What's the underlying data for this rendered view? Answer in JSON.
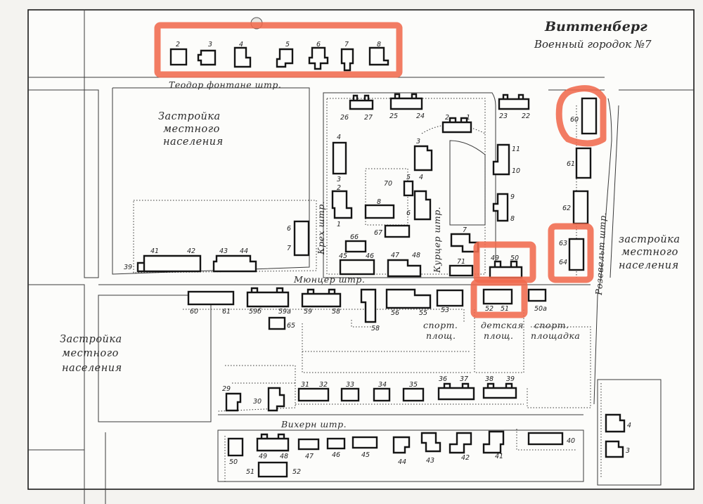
{
  "title": "Виттенберг",
  "subtitle": "Военный городок №7",
  "streets": {
    "fontane": "Теодор фонтане штр.",
    "kreh": "Крех штр.",
    "kurtser": "Курцер штр.",
    "myuntser": "Мюнцер штр.",
    "ruzvelt": "Розевельт штр.",
    "vihern": "Вихерн штр."
  },
  "areas": {
    "local_top": [
      "Застройка",
      "местного",
      "населения"
    ],
    "local_right": [
      "застройка",
      "местного",
      "населения"
    ],
    "local_left": [
      "Застройка",
      "местного",
      "населения"
    ],
    "sport_1": [
      "спорт.",
      "площ."
    ],
    "kids": [
      "детская",
      "площ."
    ],
    "sport_2": [
      "спорт.",
      "площадка"
    ]
  },
  "building_numbers": {
    "row1": [
      "2",
      "3",
      "4",
      "5",
      "6",
      "7",
      "8"
    ],
    "block_a": [
      "26",
      "27",
      "25",
      "24",
      "2",
      "1",
      "23",
      "22"
    ],
    "block_b": [
      "4",
      "3",
      "2",
      "1",
      "3",
      "4",
      "70",
      "5",
      "8",
      "6",
      "66",
      "67",
      "45",
      "46",
      "47",
      "48",
      "7",
      "71",
      "49",
      "50",
      "11",
      "10",
      "9",
      "8"
    ],
    "west": [
      "6",
      "7",
      "41",
      "42",
      "43",
      "44",
      "39"
    ],
    "east": [
      "60",
      "61",
      "62",
      "63",
      "64"
    ],
    "mid": [
      "60",
      "61",
      "59б",
      "59а",
      "59",
      "58",
      "65",
      "58",
      "56",
      "55",
      "53",
      "52",
      "51",
      "50а"
    ],
    "south_row": [
      "29",
      "30",
      "31",
      "32",
      "33",
      "34",
      "35",
      "36",
      "37",
      "38",
      "39"
    ],
    "bottom_row": [
      "50",
      "49",
      "48",
      "47",
      "46",
      "45",
      "44",
      "43",
      "42",
      "41",
      "40",
      "51",
      "52",
      "4",
      "3"
    ]
  },
  "colors": {
    "highlight": "#f06a4d",
    "ink": "#151515",
    "paper": "#f4f3f0"
  }
}
